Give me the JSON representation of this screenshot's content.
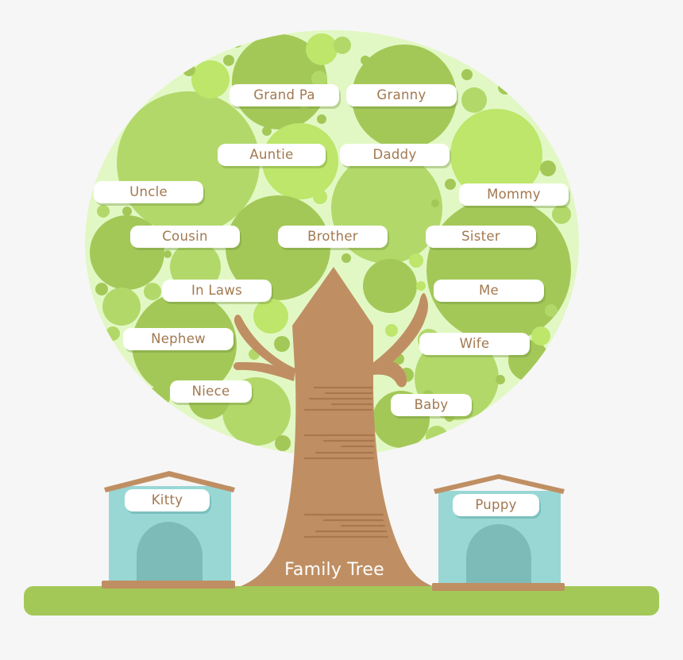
{
  "title": "Family Tree",
  "colors": {
    "background": "#f6f6f6",
    "canopy": "#e2f8c4",
    "leaf_dark": "#a4c858",
    "leaf_mid": "#b2d86a",
    "leaf_light": "#bde66a",
    "trunk": "#bf8f63",
    "trunk_stripe": "#a9774c",
    "ground": "#a3c857",
    "house": "#99d7d5",
    "house_door": "#7dbbb9",
    "roof": "#bf8f63",
    "label_text": "#a2784f",
    "label_bg": "#ffffff"
  },
  "members": [
    {
      "label": "Grand Pa"
    },
    {
      "label": "Granny"
    },
    {
      "label": "Auntie"
    },
    {
      "label": "Daddy"
    },
    {
      "label": "Uncle"
    },
    {
      "label": "Mommy"
    },
    {
      "label": "Cousin"
    },
    {
      "label": "Brother"
    },
    {
      "label": "Sister"
    },
    {
      "label": "In Laws"
    },
    {
      "label": "Me"
    },
    {
      "label": "Nephew"
    },
    {
      "label": "Wife"
    },
    {
      "label": "Niece"
    },
    {
      "label": "Baby"
    }
  ],
  "pets": [
    {
      "label": "Kitty"
    },
    {
      "label": "Puppy"
    }
  ]
}
